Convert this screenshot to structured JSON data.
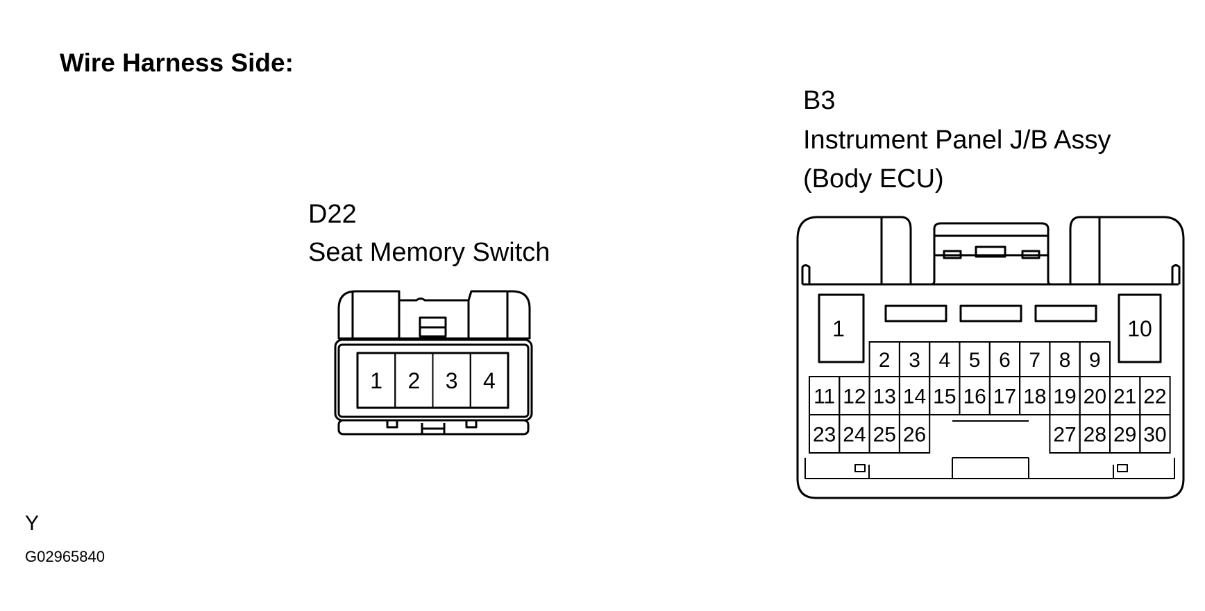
{
  "heading": "Wire Harness Side:",
  "d22": {
    "code": "D22",
    "name": "Seat Memory Switch",
    "pins": [
      "1",
      "2",
      "3",
      "4"
    ]
  },
  "b3": {
    "code": "B3",
    "name_line1": "Instrument Panel J/B Assy",
    "name_line2": "(Body ECU)",
    "pin_1": "1",
    "pin_10": "10",
    "row1": [
      "2",
      "3",
      "4",
      "5",
      "6",
      "7",
      "8",
      "9"
    ],
    "row2": [
      "11",
      "12",
      "13",
      "14",
      "15",
      "16",
      "17",
      "18",
      "19",
      "20",
      "21",
      "22"
    ],
    "row3_left": [
      "23",
      "24",
      "25",
      "26"
    ],
    "row3_right": [
      "27",
      "28",
      "29",
      "30"
    ]
  },
  "footer": {
    "letter": "Y",
    "code": "G02965840"
  }
}
